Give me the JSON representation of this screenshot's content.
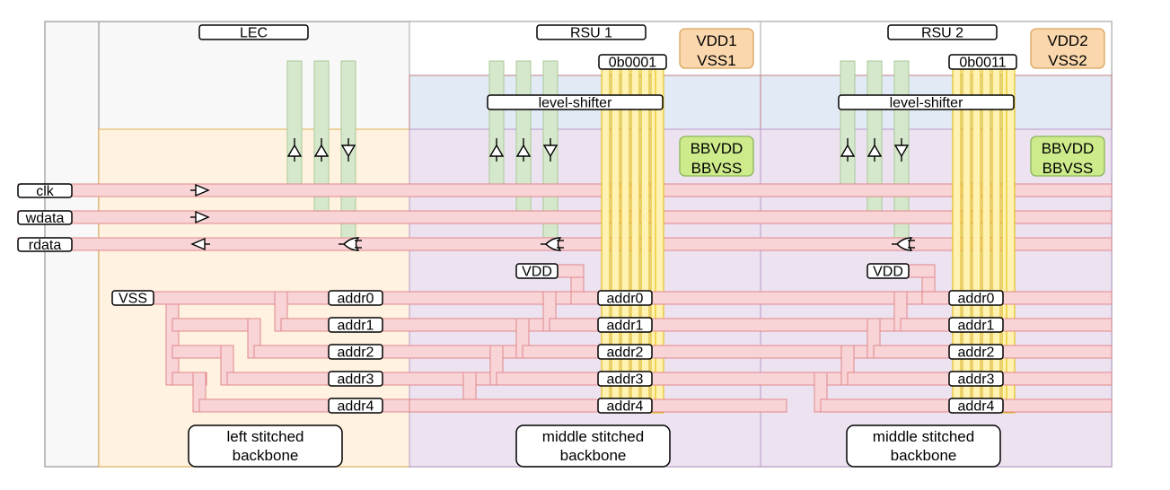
{
  "regions": {
    "lec": "LEC",
    "rsu1": "RSU 1",
    "rsu2": "RSU 2"
  },
  "power": {
    "rsu1_supply": [
      "VDD1",
      "VSS1"
    ],
    "rsu2_supply": [
      "VDD2",
      "VSS2"
    ],
    "backbias": [
      "BBVDD",
      "BBVSS"
    ]
  },
  "ids": {
    "rsu1": "0b0001",
    "rsu2": "0b0011"
  },
  "level_shifter": "level-shifter",
  "signals": [
    "clk",
    "wdata",
    "rdata"
  ],
  "tie_labels": {
    "vss": "VSS",
    "vdd": "VDD"
  },
  "address_bits": [
    "addr0",
    "addr1",
    "addr2",
    "addr3",
    "addr4"
  ],
  "backbones": {
    "left": [
      "left stitched",
      "backbone"
    ],
    "middle": [
      "middle stitched",
      "backbone"
    ]
  },
  "colors": {
    "lec_fill": "#fff2e0",
    "lec_border": "#e0b050",
    "rsu_fill": "#ece2f0",
    "ls_fill": "#e2eaf6",
    "signal_fill": "#f8d4d6",
    "signal_stroke": "#e0888c",
    "green_fill": "#d6e8cc",
    "yellow_fill": "#fff2b2",
    "yellow_stroke": "#e0b800",
    "orange_box": "#fad7ac",
    "green_box": "#cdeb8b"
  }
}
